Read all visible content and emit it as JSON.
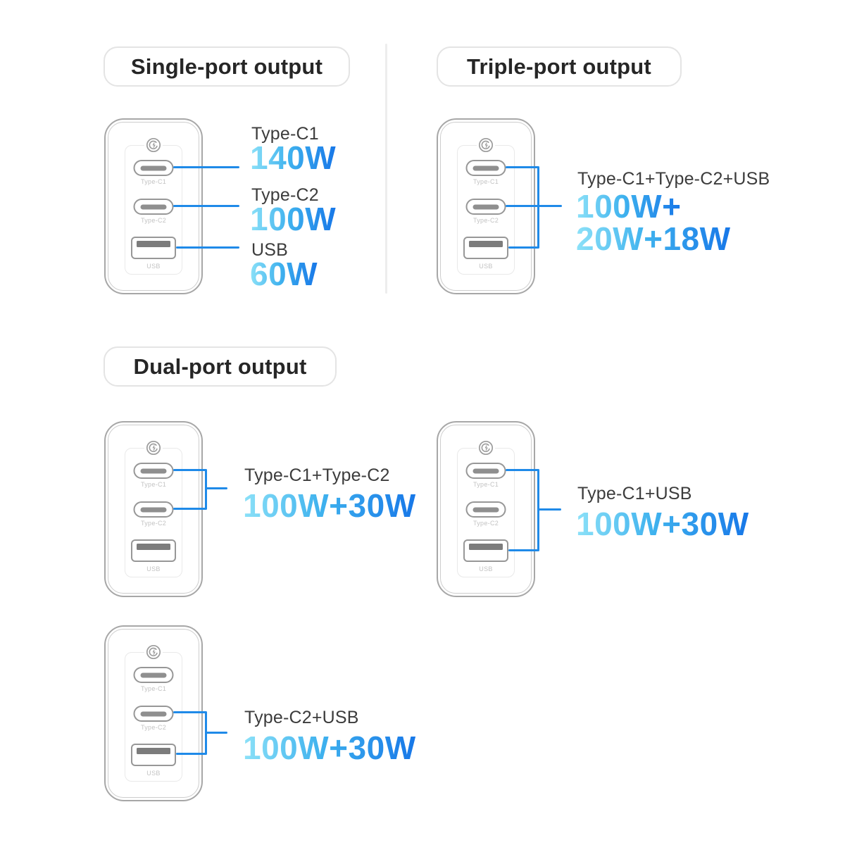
{
  "colors": {
    "accent_line": "#1f8ae8",
    "watt_gradient_start": "#8ce1f8",
    "watt_gradient_end": "#1777e8",
    "title_text": "#262626",
    "annotation_label_text": "#3c3c3c",
    "charger_outline": "#a7a7a7"
  },
  "icons": {
    "charger_logo": "fast-charge-circular-logo-icon"
  },
  "section_titles": {
    "single": "Single-port output",
    "triple": "Triple-port output",
    "dual": "Dual-port output"
  },
  "charger_ports": {
    "c1": "Type-C1",
    "c2": "Type-C2",
    "usb": "USB"
  },
  "annotations": {
    "single_c1": {
      "label": "Type-C1",
      "watts": "140W"
    },
    "single_c2": {
      "label": "Type-C2",
      "watts": "100W"
    },
    "single_usb": {
      "label": "USB",
      "watts": "60W"
    },
    "triple": {
      "label": "Type-C1+Type-C2+USB",
      "watts_line1": "100W+",
      "watts_line2": "20W+18W"
    },
    "dual_c1_c2": {
      "label": "Type-C1+Type-C2",
      "watts": "100W+30W"
    },
    "dual_c1_usb": {
      "label": "Type-C1+USB",
      "watts": "100W+30W"
    },
    "dual_c2_usb": {
      "label": "Type-C2+USB",
      "watts": "100W+30W"
    }
  }
}
